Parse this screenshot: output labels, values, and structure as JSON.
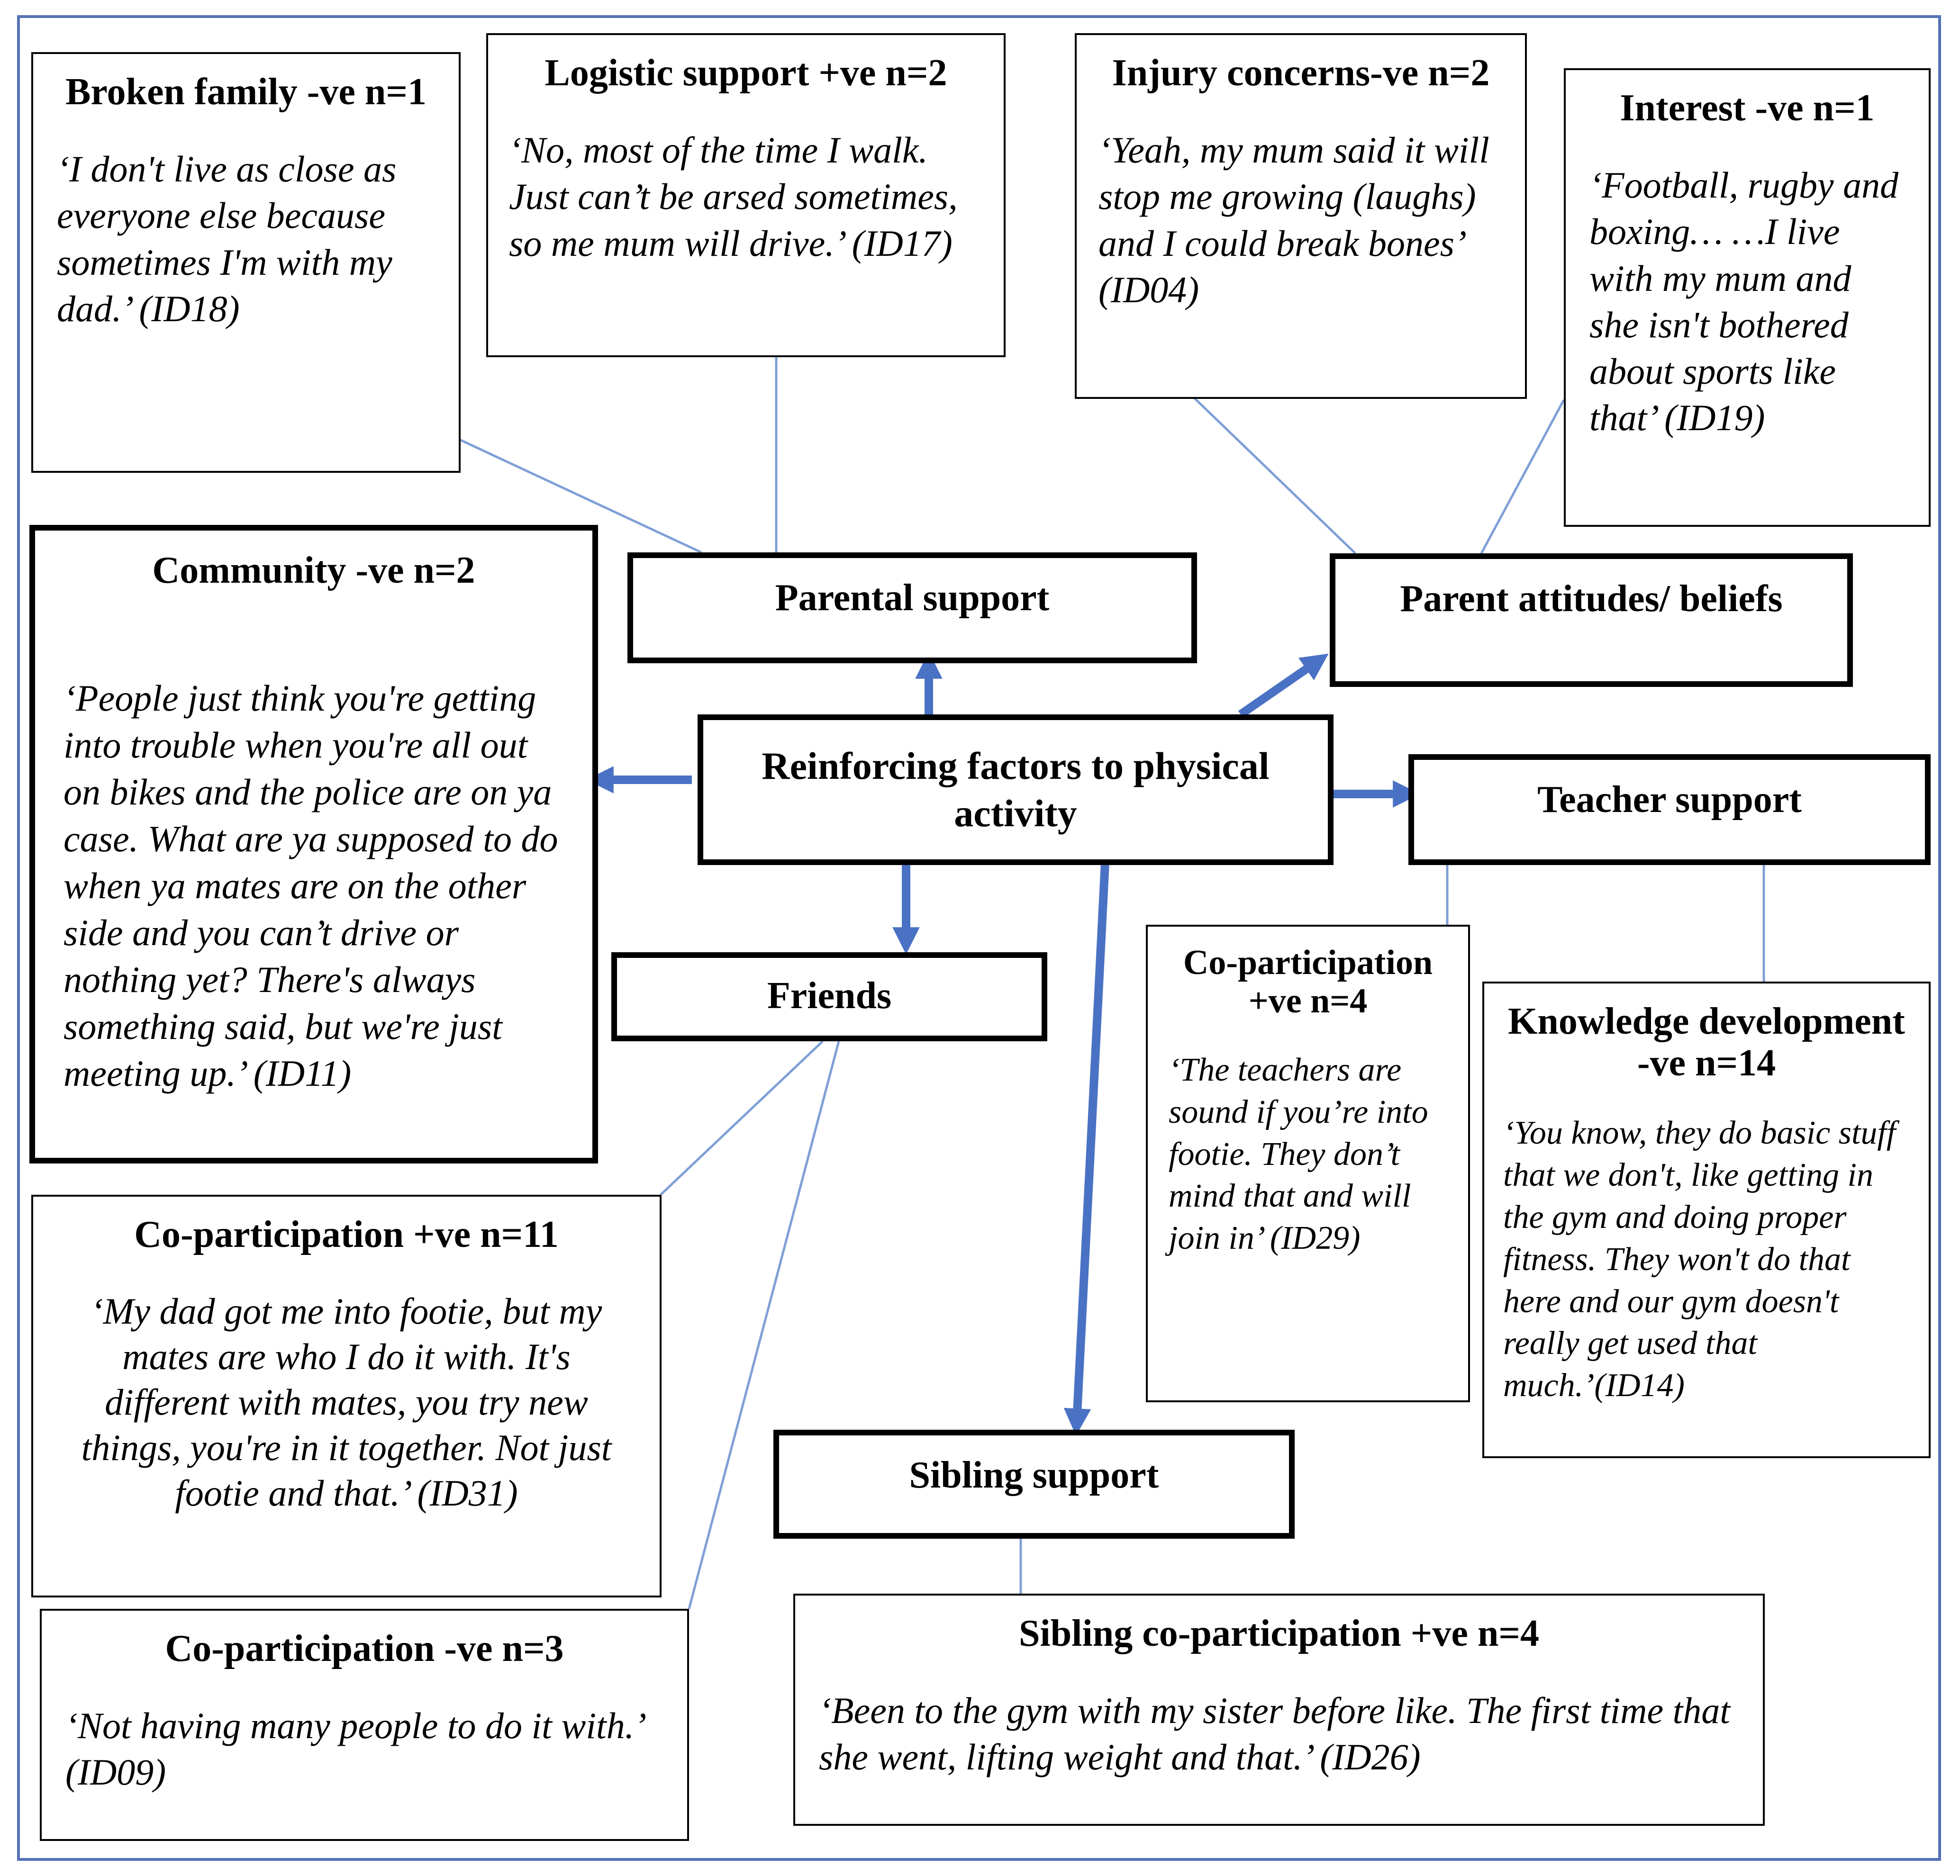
{
  "hub": {
    "label": "Reinforcing factors to physical activity"
  },
  "categories": {
    "parental_support": "Parental support",
    "parent_attitudes": "Parent attitudes/ beliefs",
    "teacher_support": "Teacher support",
    "friends": "Friends",
    "sibling_support": "Sibling support",
    "community": "Community -ve n=2"
  },
  "quotes": {
    "broken_family": {
      "title": "Broken family -ve n=1",
      "text": "‘I don't live as close as everyone else because sometimes I'm with my dad.’ (ID18)"
    },
    "logistic_support": {
      "title": "Logistic support +ve n=2",
      "text": "‘No, most of the time I walk. Just can’t be arsed sometimes, so me mum will drive.’ (ID17)"
    },
    "injury_concerns": {
      "title": "Injury concerns-ve n=2",
      "text": "‘Yeah, my mum said it will stop me growing (laughs) and I could break bones’ (ID04)"
    },
    "interest": {
      "title": "Interest -ve n=1",
      "text": "‘Football, rugby and boxing… …I live with my mum and she isn't bothered about sports like that’ (ID19)"
    },
    "community": {
      "text": "‘People just think you're getting into trouble when you're all out on bikes and the police are on ya case. What are ya supposed to do when ya mates are on the other side and you can’t drive or nothing yet? There's always something said, but we're just meeting up.’ (ID11)"
    },
    "coparticipation_teacher": {
      "title": "Co-participation +ve n=4",
      "text": "‘The teachers are sound if you’re into footie. They don’t mind that and will join in’ (ID29)"
    },
    "knowledge_development": {
      "title": "Knowledge development -ve n=14",
      "text": "‘You know, they do basic stuff that we don't, like getting in the gym and doing proper fitness. They won't do that here and our gym doesn't really get used that much.’(ID14)"
    },
    "coparticipation_friends_pos": {
      "title": "Co-participation +ve n=11",
      "text": "‘My dad got me into footie, but my mates are who I do it with. It's different with mates, you try new things, you're in it together. Not just footie and that.’ (ID31)"
    },
    "coparticipation_friends_neg": {
      "title": "Co-participation -ve n=3",
      "text": "‘Not having many people to do it with.’ (ID09)"
    },
    "sibling_coparticipation": {
      "title": "Sibling co-participation +ve n=4",
      "text": "‘Been to the gym with my sister before like. The first time that she went, lifting weight and that.’ (ID26)"
    }
  },
  "colors": {
    "frame": "#5472b8",
    "arrow": "#4a72c4",
    "connector": "#7f9fd6"
  }
}
